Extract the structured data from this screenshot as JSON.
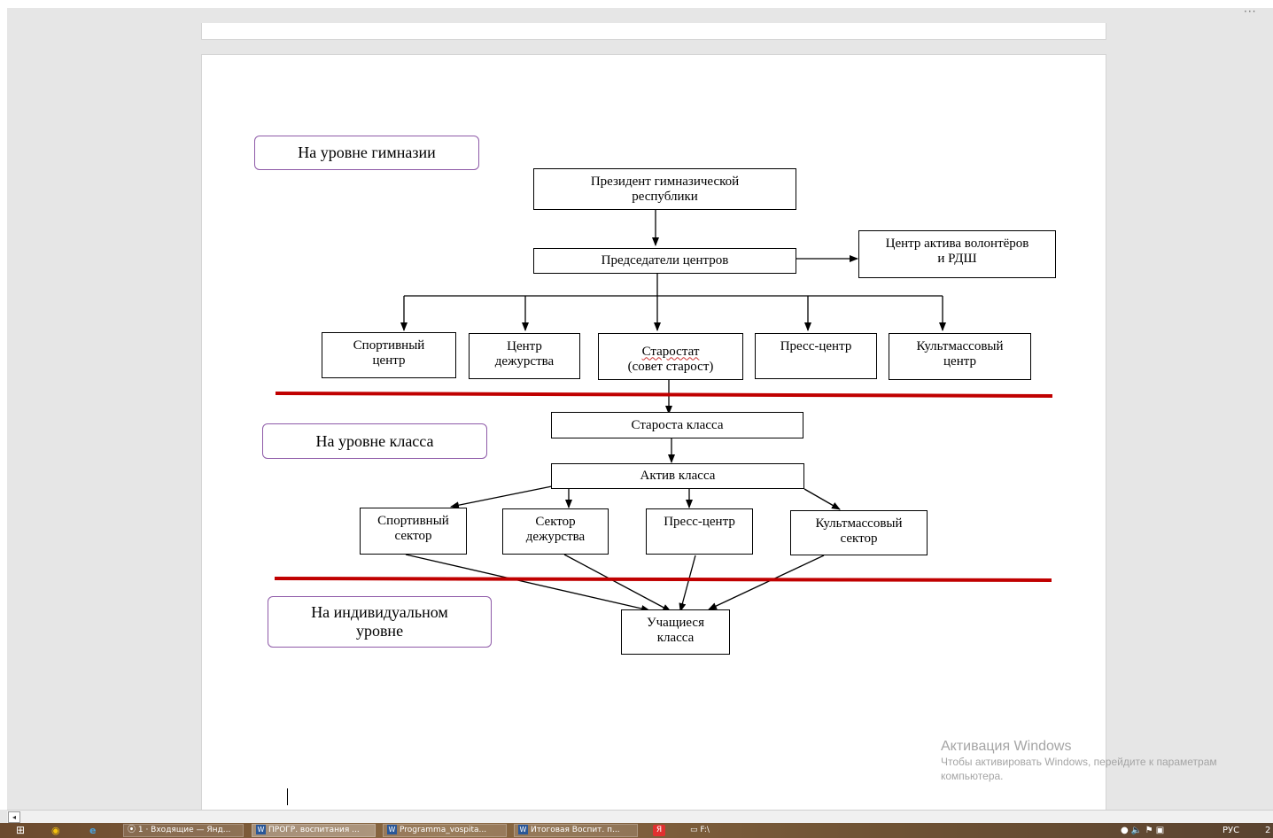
{
  "window": {
    "more_label": "···"
  },
  "diagram": {
    "levels": {
      "gymnasium": "На уровне гимназии",
      "class": "На уровне класса",
      "individual": "На индивидуальном\nуровне"
    },
    "nodes": {
      "president": "Президент гимназической\nреспублики",
      "chairs": "Председатели центров",
      "volunteers": "Центр актива волонтёров\nи РДШ",
      "sport_center": "Спортивный\nцентр",
      "duty_center": "Центр\nдежурства",
      "starostat_line1": "Старостат",
      "starostat_line2": "(совет старост)",
      "press_center": "Пресс-центр",
      "culture_center": "Культмассовый\nцентр",
      "class_head": "Староста класса",
      "class_active": "Актив класса",
      "sport_sector": "Спортивный\nсектор",
      "duty_sector": "Сектор\nдежурства",
      "press_sector": "Пресс-центр",
      "culture_sector": "Культмассовый\nсектор",
      "students": "Учащиеся\nкласса"
    },
    "separator_color": "#c00000",
    "level_border_color": "#8e5aa8"
  },
  "watermark": {
    "title": "Активация Windows",
    "text": "Чтобы активировать Windows, перейдите к параметрам компьютера."
  },
  "taskbar": {
    "tasks": [
      "1 · Входящие — Янд...",
      "ПРОГР. воспитания ...",
      "Programma_vospita...",
      "Итоговая Воспит. п...",
      "F:\\"
    ],
    "tray_lang": "РУС",
    "tray_time": "2"
  }
}
